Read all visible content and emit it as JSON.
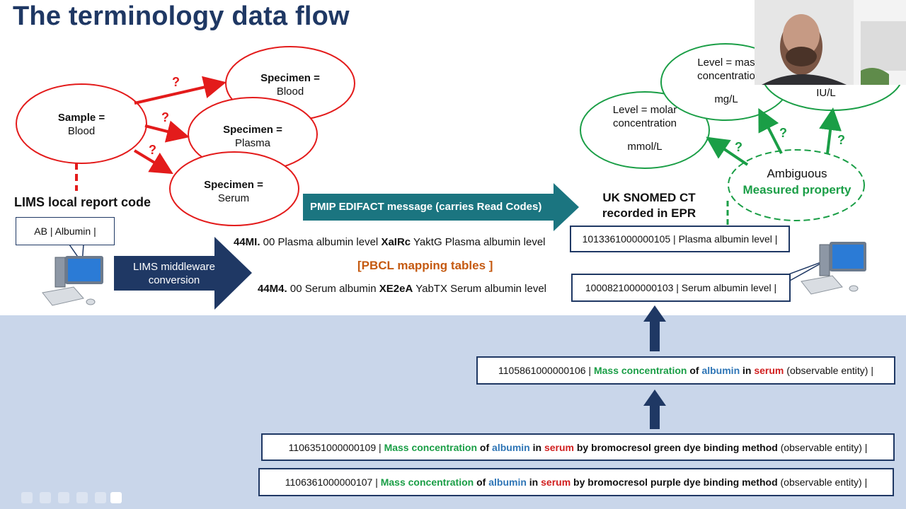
{
  "title": "The terminology data flow",
  "sample": {
    "bold": "Sample =",
    "value": "Blood"
  },
  "specimens": [
    {
      "bold": "Specimen =",
      "value": "Blood"
    },
    {
      "bold": "Specimen =",
      "value": "Plasma"
    },
    {
      "bold": "Specimen =",
      "value": "Serum"
    }
  ],
  "question_mark": "?",
  "lims_local_report_code": "LIMS local report code",
  "lims_code_box": "AB | Albumin |",
  "lims_middleware": {
    "line1": "LIMS  middleware",
    "line2": "conversion"
  },
  "pmip_arrow_label": "PMIP EDIFACT message (carries Read Codes)",
  "read_code_line1": {
    "code": "44MI.",
    "rest1": " 00 Plasma albumin level ",
    "ctv3": "XaIRc",
    "rest2": " YaktG Plasma albumin level"
  },
  "pbcl": "[PBCL mapping tables ]",
  "read_code_line2": {
    "code": "44M4.",
    "rest1": " 00 Serum albumin ",
    "ctv3": "XE2eA",
    "rest2": " YabTX Serum albumin level"
  },
  "uk_snomed": {
    "line1": "UK SNOMED CT",
    "line2": "recorded in EPR"
  },
  "epr_code_1": "1013361000000105 | Plasma albumin level |",
  "epr_code_2": "1000821000000103 | Serum albumin level |",
  "ambiguous": {
    "line1": "Ambiguous",
    "line2": "Measured property"
  },
  "levels": [
    {
      "line1": "Level = molar",
      "line2": "concentration",
      "unit": "mmol/L"
    },
    {
      "line1": "Level = mas",
      "line2": "concentratio",
      "unit": "mg/L"
    },
    {
      "unit": "IU/L"
    }
  ],
  "observable_1": {
    "code": "1105861000000106 | ",
    "property": "Mass concentration",
    "of": " of ",
    "component": "albumin",
    "in": " in ",
    "system": "serum",
    "tail": " (observable entity) |"
  },
  "observable_2": {
    "code": "1106351000000109 | ",
    "property": "Mass concentration",
    "of": " of ",
    "component": "albumin",
    "in": " in ",
    "system": "serum",
    "method": " by bromocresol green dye binding method",
    "tail": " (observable entity) |"
  },
  "observable_3": {
    "code": "1106361000000107 | ",
    "property": "Mass concentration",
    "of": " of ",
    "component": "albumin",
    "in": " in ",
    "system": "serum",
    "method": " by bromocresol purple dye binding method",
    "tail": " (observable entity) |"
  },
  "colors": {
    "title": "#1f3864",
    "red": "#e31b1b",
    "green": "#1a9e46",
    "navy": "#1f3864",
    "teal": "#1b7580",
    "orange": "#c55a11",
    "band": "#c9d6ea"
  },
  "icons": [
    "computer-icon-left",
    "computer-icon-right",
    "presenter-video"
  ]
}
